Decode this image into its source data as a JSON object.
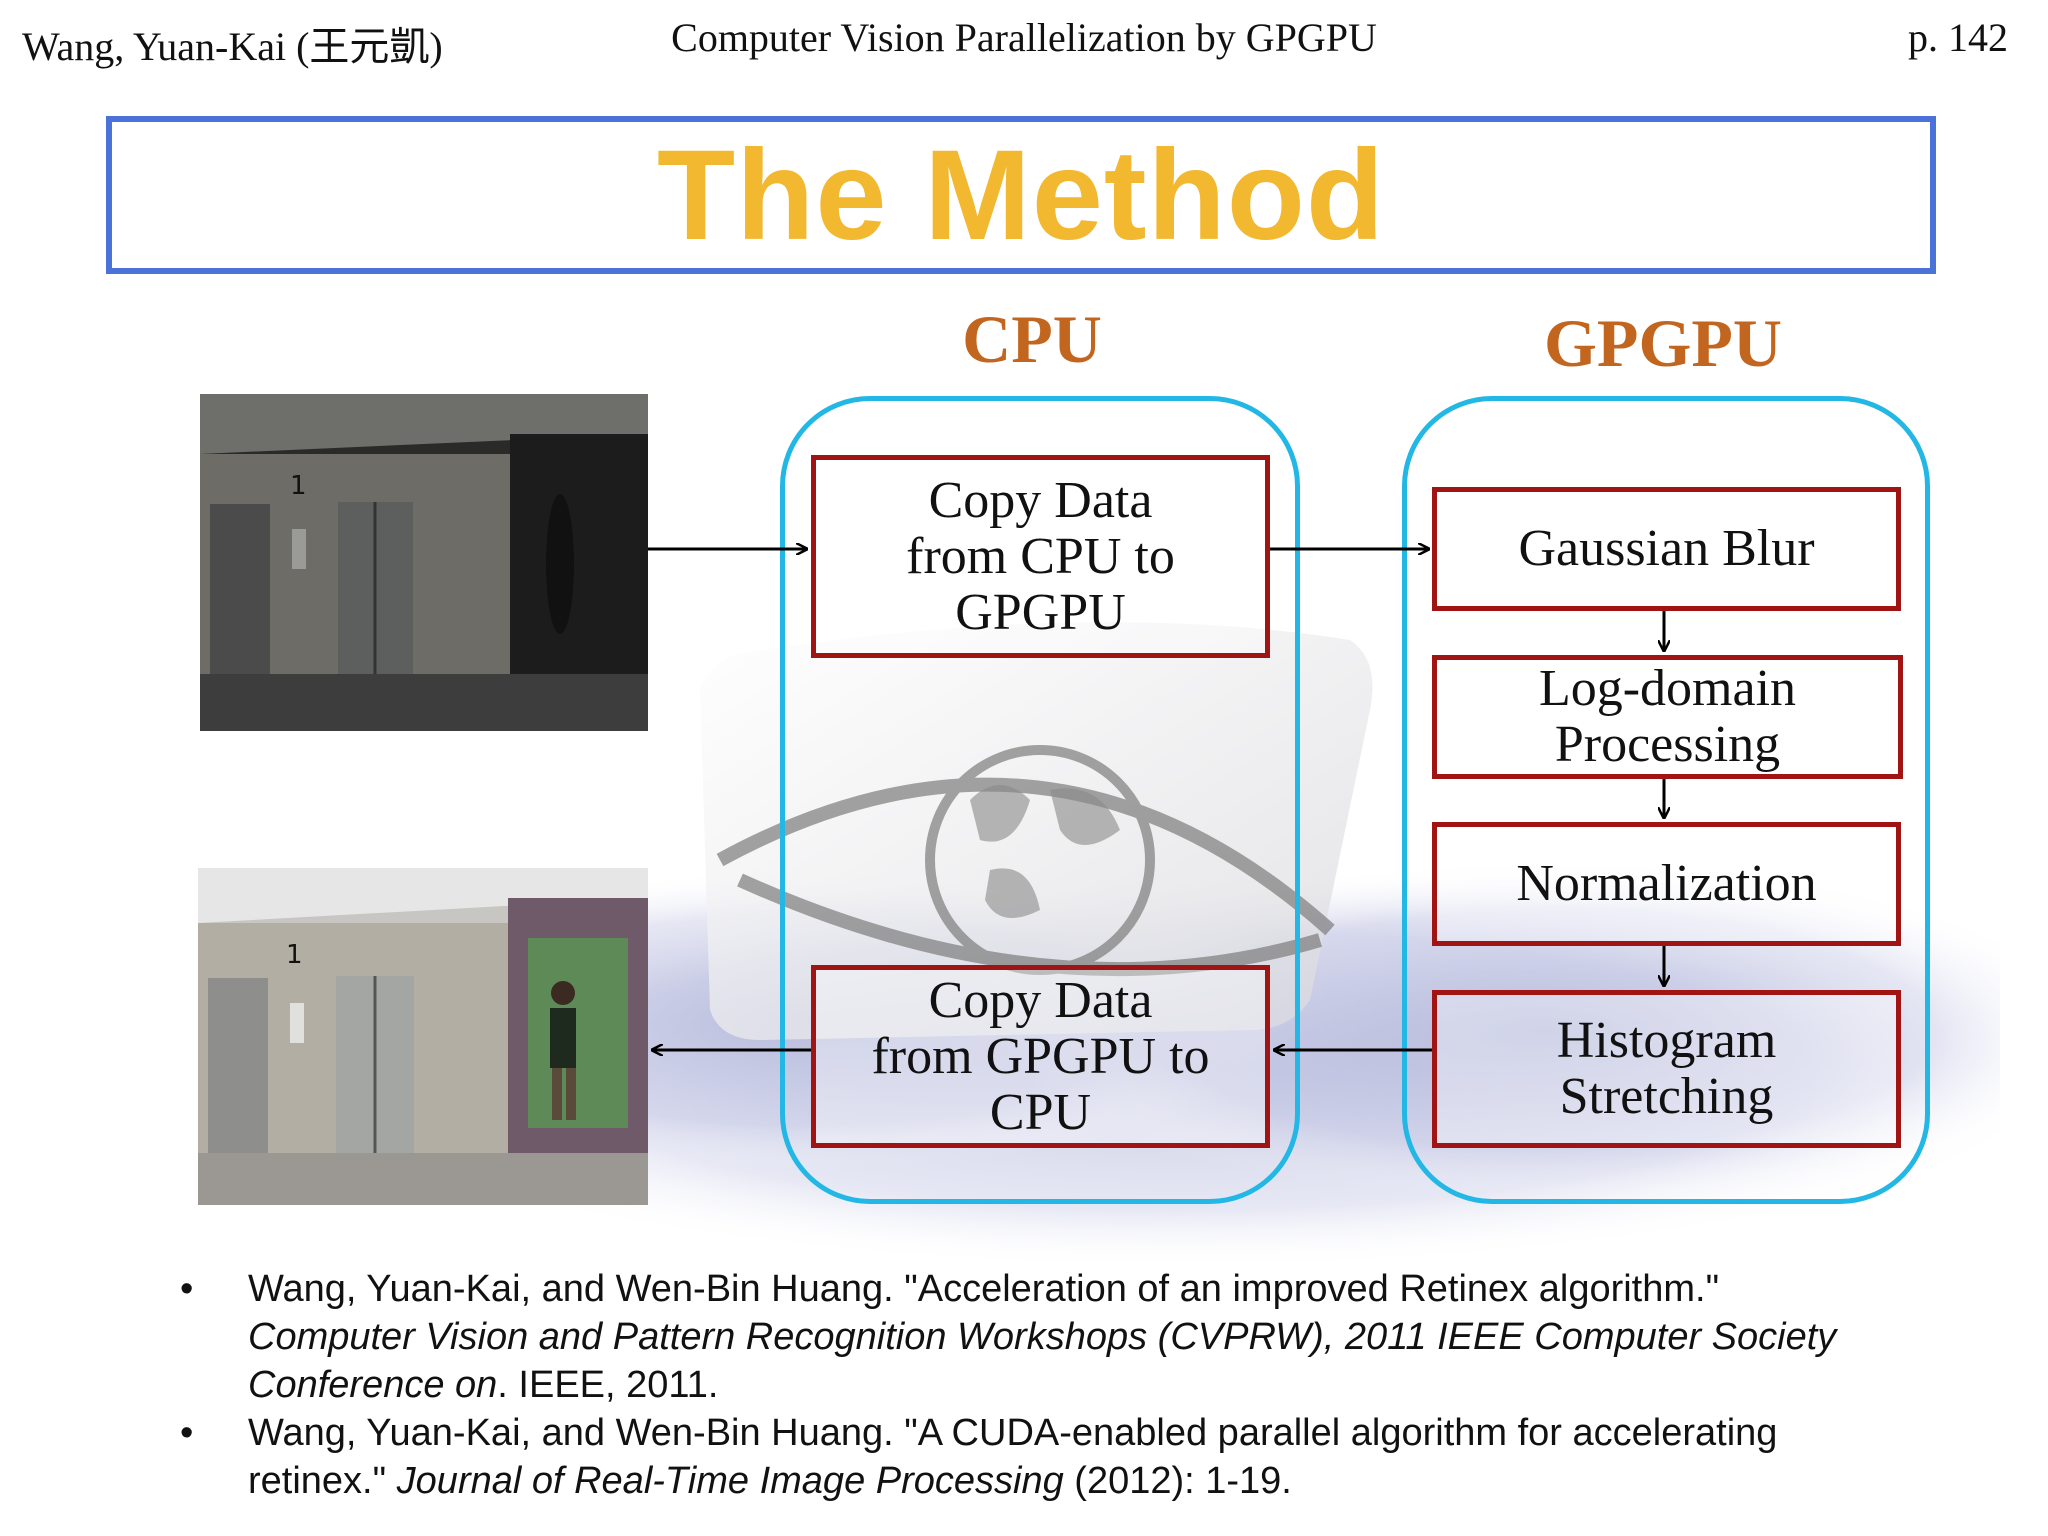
{
  "header": {
    "left": "Wang, Yuan-Kai (王元凱)",
    "center": "Computer Vision Parallelization by GPGPU",
    "right": "p. 142"
  },
  "title": "The Method",
  "columns": {
    "cpu": "CPU",
    "gpgpu": "GPGPU"
  },
  "cpu_boxes": {
    "copy_to": [
      "Copy Data",
      "from CPU to",
      "GPGPU"
    ],
    "copy_from": [
      "Copy Data",
      "from GPGPU to",
      "CPU"
    ]
  },
  "gpgpu_boxes": {
    "gaussian": [
      "Gaussian Blur"
    ],
    "log": [
      "Log-domain",
      "Processing"
    ],
    "normalization": [
      "Normalization"
    ],
    "histogram": [
      "Histogram",
      "Stretching"
    ]
  },
  "colors": {
    "title": "#f2b830",
    "title_border": "#4a72d8",
    "column_heading": "#c2661f",
    "panel_border": "#23b7e5",
    "box_border": "#a01414"
  },
  "references": [
    {
      "bullet": "•",
      "pre": "Wang, Yuan-Kai, and Wen-Bin Huang. \"Acceleration of an improved Retinex algorithm.\" ",
      "italic": "Computer Vision and Pattern Recognition Workshops (CVPRW), 2011 IEEE Computer Society Conference on",
      "post": ". IEEE, 2011."
    },
    {
      "bullet": "•",
      "pre": "Wang, Yuan-Kai, and Wen-Bin Huang. \"A CUDA-enabled parallel algorithm for accelerating retinex.\" ",
      "italic": "Journal of Real-Time Image Processing",
      "post": " (2012): 1-19."
    }
  ]
}
